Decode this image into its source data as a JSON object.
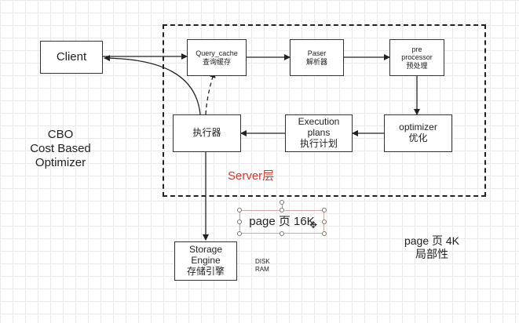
{
  "client": {
    "label": "Client"
  },
  "cbo": {
    "line1": "CBO",
    "line2": "Cost Based",
    "line3": "Optimizer"
  },
  "server": {
    "label": "Server层"
  },
  "query_cache": {
    "en": "Query_cache",
    "cn": "查询缓存"
  },
  "parser": {
    "en": "Paser",
    "cn": "解析器"
  },
  "preprocessor": {
    "en1": "pre",
    "en2": "processor",
    "cn": "预处理"
  },
  "optimizer": {
    "en": "optimizer",
    "cn": "优化"
  },
  "execution_plans": {
    "en1": "Execution",
    "en2": "plans",
    "cn": "执行计划"
  },
  "executor": {
    "cn": "执行器"
  },
  "storage_engine": {
    "en1": "Storage",
    "en2": "Engine",
    "cn": "存储引擎"
  },
  "page16k": {
    "label": "page 页 16K"
  },
  "disk_ram": {
    "line1": "DISK",
    "line2": "RAM"
  },
  "page4k": {
    "line1": "page 页 4K",
    "line2": "局部性"
  },
  "colors": {
    "server_label": "#d0382b",
    "line": "#222222"
  }
}
